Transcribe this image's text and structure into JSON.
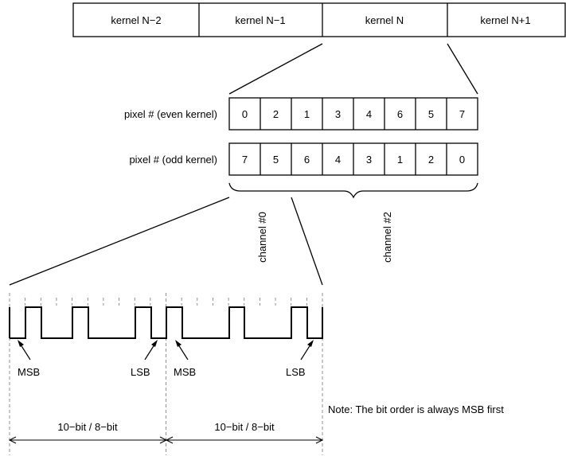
{
  "kernels": [
    "kernel N−2",
    "kernel N−1",
    "kernel N",
    "kernel N+1"
  ],
  "rows": [
    {
      "label": "pixel # (even kernel)",
      "values": [
        "0",
        "2",
        "1",
        "3",
        "4",
        "6",
        "5",
        "7"
      ]
    },
    {
      "label": "pixel # (odd kernel)",
      "values": [
        "7",
        "5",
        "6",
        "4",
        "3",
        "1",
        "2",
        "0"
      ]
    }
  ],
  "channels": [
    "channel #0",
    "channel #2"
  ],
  "bit_labels": {
    "msb": "MSB",
    "lsb": "LSB"
  },
  "width_label": "10−bit / 8−bit",
  "note": "Note:  The bit order is always MSB first"
}
